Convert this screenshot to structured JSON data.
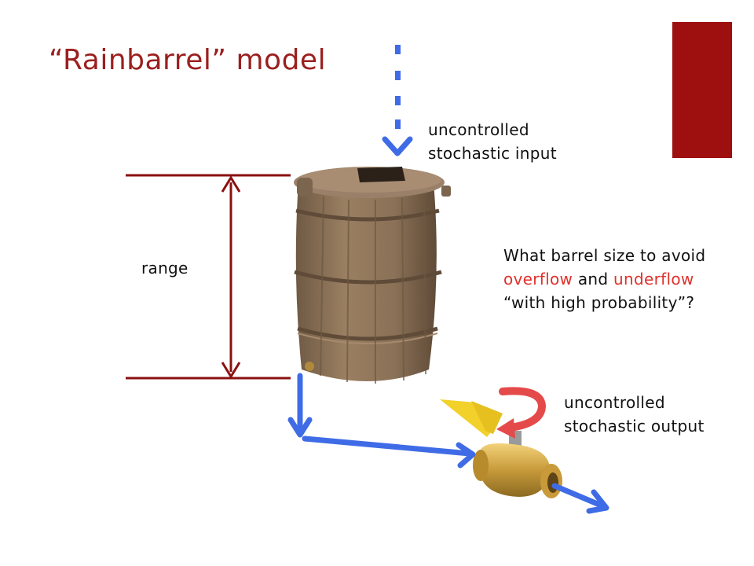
{
  "title": "“Rainbarrel” model",
  "colors": {
    "title": "#9b1f1f",
    "accent_block": "#9e0f0f",
    "range_lines": "#8b1010",
    "flow_arrows": "#3f6ce6",
    "highlight_words": "#e0312b",
    "barrel": "#8a7157",
    "turn_arrow": "#e54a4a"
  },
  "labels": {
    "range": "range",
    "input_line1": "uncontrolled",
    "input_line2": "stochastic input",
    "output_line1": "uncontrolled",
    "output_line2": "stochastic output"
  },
  "question": {
    "line1": "What barrel size to avoid",
    "line2_word1": "overflow",
    "line2_mid": " and ",
    "line2_word2": "underflow",
    "line3": "“with high probability”?"
  },
  "icons": [
    "rain-barrel-icon",
    "ball-valve-icon",
    "turn-arrow-icon"
  ]
}
